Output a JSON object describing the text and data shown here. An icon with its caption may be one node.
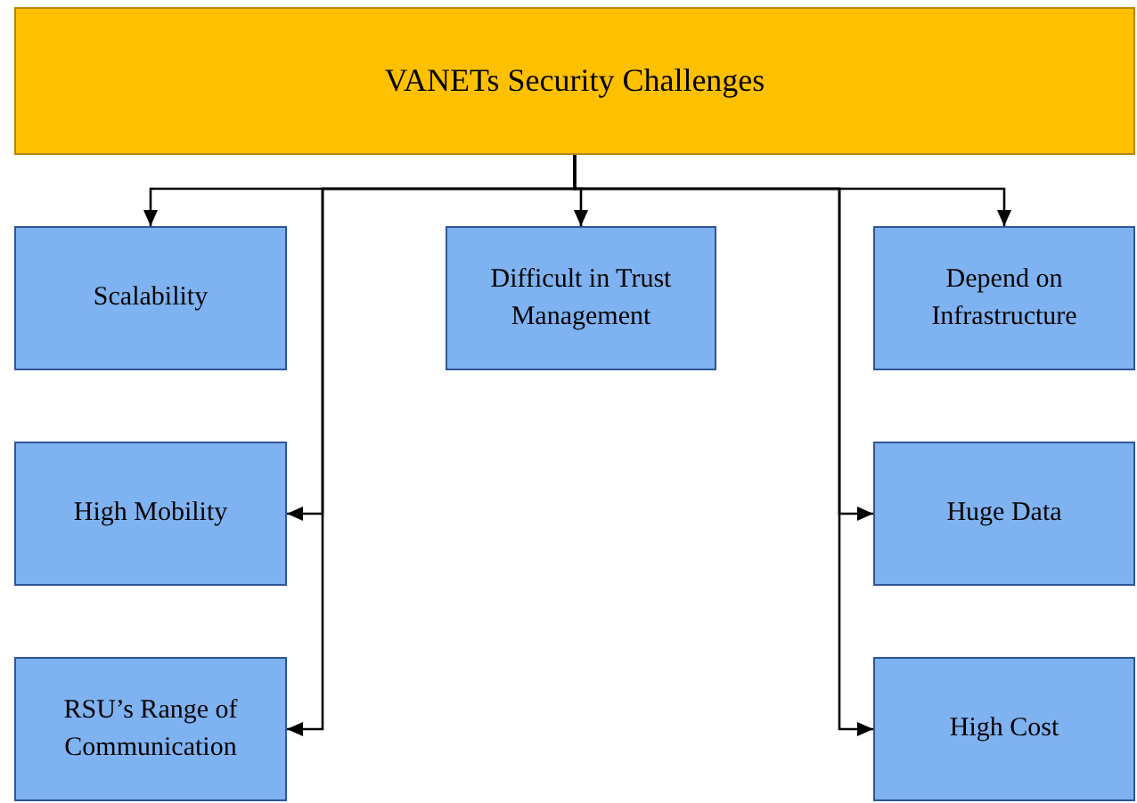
{
  "diagram": {
    "nodes": [
      {
        "text": [
          "VANETs Security Challenges"
        ]
      },
      {
        "text": [
          "Scalability"
        ]
      },
      {
        "text": [
          "Difficult in Trust Management"
        ]
      },
      {
        "text": [
          "Depend on Infrastructure"
        ]
      },
      {
        "text": [
          "High Mobility"
        ]
      },
      {
        "text": [
          "Huge Data"
        ]
      },
      {
        "text": [
          "RSU’s Range of Communication"
        ]
      },
      {
        "text": [
          "High Cost"
        ]
      }
    ],
    "edges": [
      {
        "from": 0,
        "to": 1,
        "arrow": "to"
      },
      {
        "from": 0,
        "to": 2,
        "arrow": "to"
      },
      {
        "from": 0,
        "to": 3,
        "arrow": "to"
      },
      {
        "from": 0,
        "to": 4,
        "arrow": "to"
      },
      {
        "from": 0,
        "to": 5,
        "arrow": "to"
      },
      {
        "from": 0,
        "to": 6,
        "arrow": "to"
      },
      {
        "from": 0,
        "to": 7,
        "arrow": "to"
      }
    ]
  }
}
